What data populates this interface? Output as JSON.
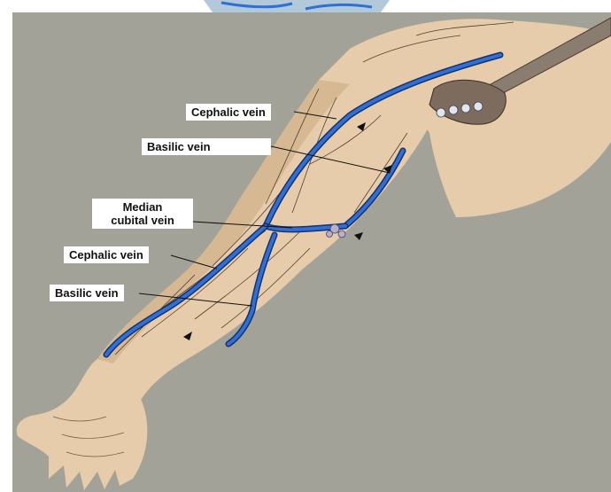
{
  "colors": {
    "background": "#a3a299",
    "skin": "#e6ccaa",
    "skin_shade": "#c9a77e",
    "vein": "#2f6fd6",
    "vein_dark": "#14326e",
    "nerve_line": "#1c1208",
    "label_bg": "#ffffff",
    "label_text": "#111111"
  },
  "labels": {
    "cephalic_upper": "Cephalic vein",
    "basilic_upper": "Basilic vein",
    "median_cubital_line1": "Median",
    "median_cubital_line2": "cubital vein",
    "cephalic_lower": "Cephalic vein",
    "basilic_lower": "Basilic vein"
  }
}
